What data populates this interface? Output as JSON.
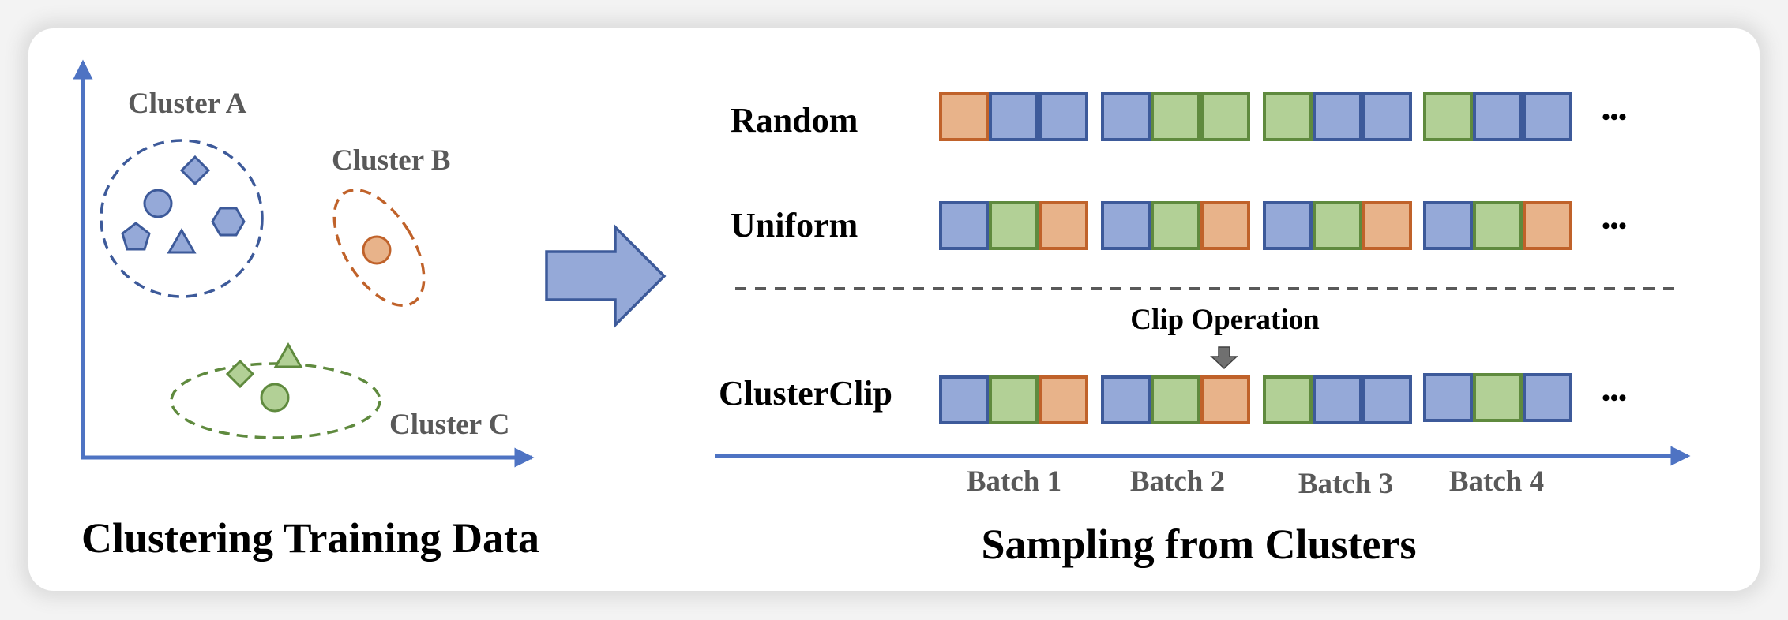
{
  "colors": {
    "axis": "#4e73c3",
    "blue_fill": "#95a9d8",
    "blue_stroke": "#3d5a9a",
    "green_fill": "#b2d096",
    "green_stroke": "#5f8a3e",
    "orange_fill": "#e8b38a",
    "orange_stroke": "#c0622a",
    "divider": "#595959",
    "clip_arrow": "#707070",
    "label_gray": "#595959"
  },
  "left_panel": {
    "title": "Clustering Training Data",
    "clusters": [
      {
        "id": "A",
        "label": "Cluster A",
        "color": "blue",
        "shapes": [
          "diamond",
          "circle",
          "hexagon",
          "pentagon",
          "triangle"
        ]
      },
      {
        "id": "B",
        "label": "Cluster B",
        "color": "orange",
        "shapes": [
          "circle"
        ]
      },
      {
        "id": "C",
        "label": "Cluster C",
        "color": "green",
        "shapes": [
          "diamond",
          "triangle",
          "circle"
        ]
      }
    ]
  },
  "transition_arrow": "right-arrow-icon",
  "right_panel": {
    "title": "Sampling from Clusters",
    "clip_label": "Clip Operation",
    "ellipsis": "•••",
    "batch_labels": [
      "Batch 1",
      "Batch 2",
      "Batch 3",
      "Batch 4"
    ],
    "clip_target": {
      "row": "ClusterClip",
      "batch": 2,
      "slot": 3
    },
    "rows": [
      {
        "name": "Random",
        "batches": [
          [
            "orange",
            "blue",
            "blue"
          ],
          [
            "blue",
            "green",
            "green"
          ],
          [
            "green",
            "blue",
            "blue"
          ],
          [
            "green",
            "blue",
            "blue"
          ]
        ]
      },
      {
        "name": "Uniform",
        "batches": [
          [
            "blue",
            "green",
            "orange"
          ],
          [
            "blue",
            "green",
            "orange"
          ],
          [
            "blue",
            "green",
            "orange"
          ],
          [
            "blue",
            "green",
            "orange"
          ]
        ]
      },
      {
        "name": "ClusterClip",
        "batches": [
          [
            "blue",
            "green",
            "orange"
          ],
          [
            "blue",
            "green",
            "orange"
          ],
          [
            "green",
            "blue",
            "blue"
          ],
          [
            "blue",
            "green",
            "blue"
          ]
        ]
      }
    ]
  }
}
